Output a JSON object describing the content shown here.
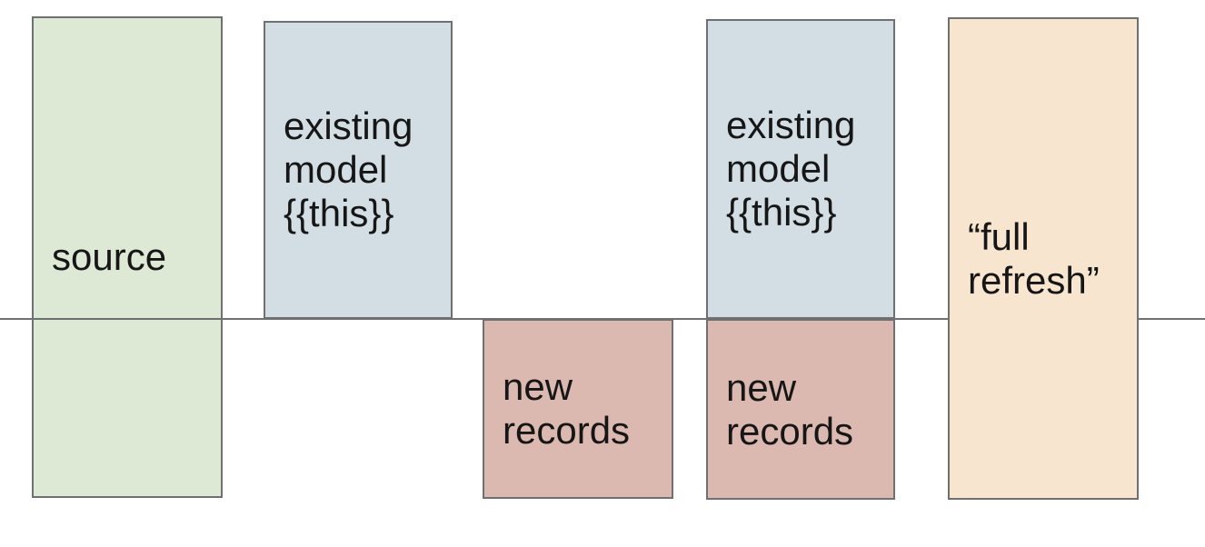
{
  "diagram": {
    "border_color": "#6e7072",
    "timeline": {
      "color": "#6e7072"
    },
    "boxes": [
      {
        "name": "source",
        "label": "source",
        "fill": "#dde8d5"
      },
      {
        "name": "existing-model-left",
        "label": "existing\nmodel\n{{this}}",
        "fill": "#d3dee4"
      },
      {
        "name": "new-records-left",
        "label": "new\nrecords",
        "fill": "#dcb9b0"
      },
      {
        "name": "existing-model-right",
        "label": "existing\nmodel\n{{this}}",
        "fill": "#d3dee4"
      },
      {
        "name": "new-records-right",
        "label": "new\nrecords",
        "fill": "#dcb9b0"
      },
      {
        "name": "full-refresh",
        "label": "“full\nrefresh”",
        "fill": "#f8e5d0"
      }
    ]
  }
}
